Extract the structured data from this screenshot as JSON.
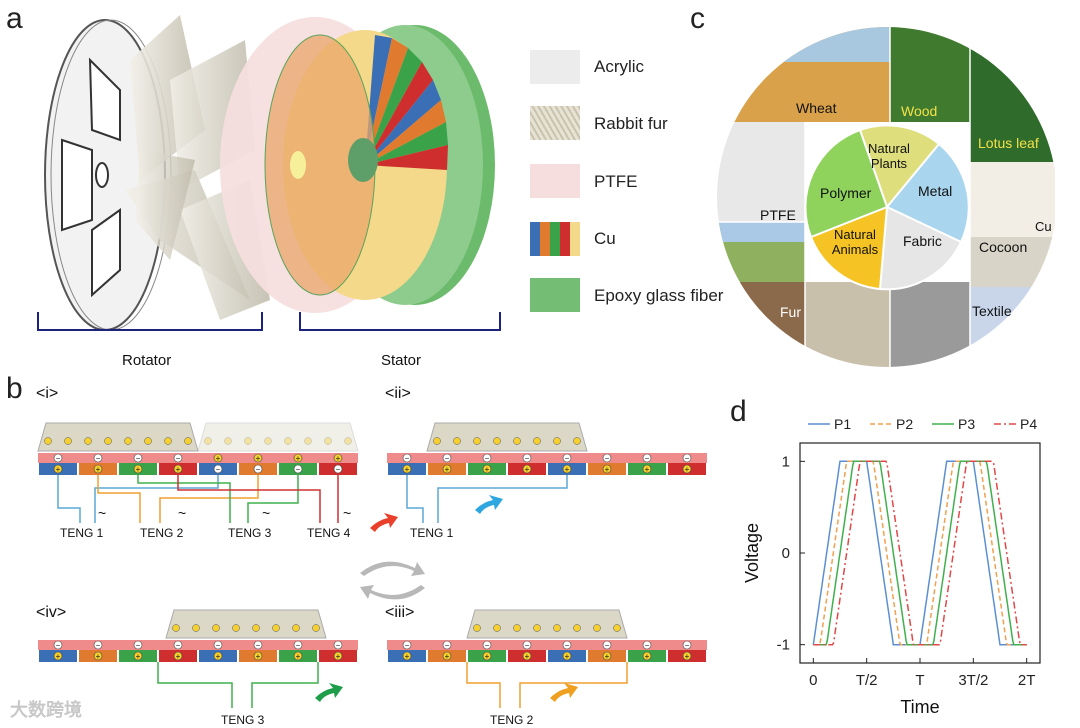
{
  "panels": {
    "a": "a",
    "b": "b",
    "c": "c",
    "d": "d"
  },
  "panel_a": {
    "legend": [
      {
        "label": "Acrylic",
        "color": "#e8e8e8"
      },
      {
        "label": "Rabbit fur",
        "color": "#d9d6c8"
      },
      {
        "label": "PTFE",
        "color": "#f6dede"
      },
      {
        "label": "Cu",
        "colors": [
          "#3a6fb5",
          "#e07a2e",
          "#3aa34a",
          "#cf2e2e",
          "#f4d98a"
        ]
      },
      {
        "label": "Epoxy glass fiber",
        "color": "#74bd74"
      }
    ],
    "rotator_label": "Rotator",
    "stator_label": "Stator"
  },
  "panel_b": {
    "states": [
      "<i>",
      "<ii>",
      "<iii>",
      "<iv>"
    ],
    "teng_labels": [
      "TENG 1",
      "TENG 2",
      "TENG 3",
      "TENG 4",
      "TENG 1",
      "TENG 2",
      "TENG 3"
    ],
    "ac_symbol": "~",
    "minus": "−",
    "plus": "+"
  },
  "panel_c": {
    "center": [
      "Natural Plants",
      "Metal",
      "Fabric",
      "Natural Animals",
      "Polymer"
    ],
    "outer": [
      "Wheat",
      "Wood",
      "Lotus leaf",
      "PTFE",
      "Cu",
      "Cocoon",
      "Fur",
      "Textile"
    ]
  },
  "chart_data": {
    "type": "line",
    "xlabel": "Time",
    "ylabel": "Voltage",
    "x_ticks": [
      "0",
      "T/2",
      "T",
      "3T/2",
      "2T"
    ],
    "y_ticks": [
      "1",
      "0",
      "-1"
    ],
    "xlim": [
      -0.125,
      2.125
    ],
    "ylim": [
      -1.2,
      1.2
    ],
    "legend_position": "top",
    "series": [
      {
        "name": "P1",
        "color": "#5b8fd0",
        "dash": "solid",
        "phase_offset_T": 0.0
      },
      {
        "name": "P2",
        "color": "#f0a050",
        "dash": "dashed",
        "phase_offset_T": 0.0625
      },
      {
        "name": "P3",
        "color": "#3fb04c",
        "dash": "solid",
        "phase_offset_T": 0.125
      },
      {
        "name": "P4",
        "color": "#e04848",
        "dash": "dashdot",
        "phase_offset_T": 0.1875
      }
    ],
    "waveform": "trapezoid",
    "amplitude": 1,
    "periods": 2
  },
  "watermark": "大数跨境"
}
